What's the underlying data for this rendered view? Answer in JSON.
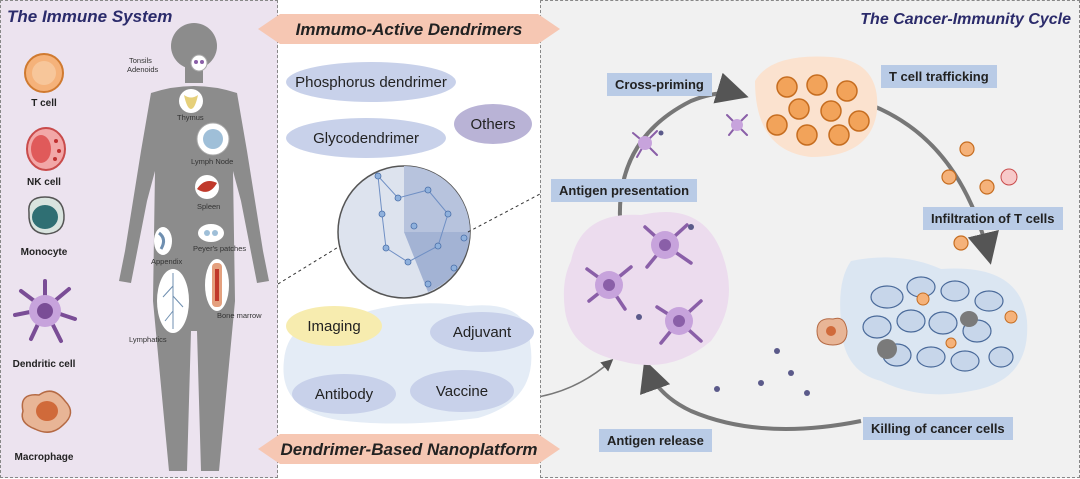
{
  "immune_panel": {
    "title": "The Immune System",
    "cells": [
      "T cell",
      "NK cell",
      "Monocyte",
      "Dendritic cell",
      "Macrophage"
    ],
    "organs": {
      "tonsils": "Tonsils",
      "adenoids": "Adenoids",
      "thymus": "Thymus",
      "lymph_node": "Lymph Node",
      "spleen": "Spleen",
      "appendix": "Appendix",
      "peyers": "Peyer's patches",
      "bone_marrow": "Bone marrow",
      "lymphatics": "Lymphatics"
    }
  },
  "dendrimer_panel": {
    "top_banner": "Immumo-Active Dendrimers",
    "bottom_banner": "Dendrimer-Based Nanoplatform",
    "types": {
      "phosphorus": "Phosphorus dendrimer",
      "glyco": "Glycodendrimer",
      "others": "Others"
    },
    "applications": {
      "imaging": "Imaging",
      "adjuvant": "Adjuvant",
      "antibody": "Antibody",
      "vaccine": "Vaccine"
    }
  },
  "cancer_panel": {
    "title": "The Cancer-Immunity Cycle",
    "steps": {
      "cross_priming": "Cross-priming",
      "t_trafficking": "T cell trafficking",
      "antigen_presentation": "Antigen presentation",
      "infiltration": "Infiltration of T cells",
      "antigen_release": "Antigen release",
      "killing": "Killing of cancer cells"
    }
  },
  "colors": {
    "left_bg": "#ece3ef",
    "right_bg": "#f1f1f1",
    "banner": "#f6c7b3",
    "step_box": "#b9cbe6",
    "t_cell": "#f2a35a",
    "body": "#8a8a8a"
  }
}
